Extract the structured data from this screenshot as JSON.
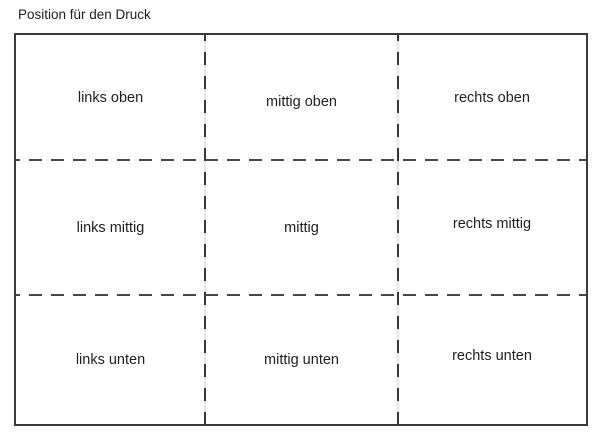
{
  "title": "Position für den Druck",
  "colors": {
    "border": "#3a3a3a",
    "dash": "#474747",
    "vdash": "#373737",
    "guide": "#cccccc",
    "text": "#1e1e1e",
    "background": "#ffffff"
  },
  "grid": {
    "cells": [
      {
        "id": "links-oben",
        "label": "links oben"
      },
      {
        "id": "mittig-oben",
        "label": "mittig oben"
      },
      {
        "id": "rechts-oben",
        "label": "rechts oben"
      },
      {
        "id": "links-mittig",
        "label": "links mittig"
      },
      {
        "id": "mittig",
        "label": "mittig"
      },
      {
        "id": "rechts-mittig",
        "label": "rechts mittig"
      },
      {
        "id": "links-unten",
        "label": "links unten"
      },
      {
        "id": "mittig-unten",
        "label": "mittig unten"
      },
      {
        "id": "rechts-unten",
        "label": "rechts unten"
      }
    ]
  }
}
